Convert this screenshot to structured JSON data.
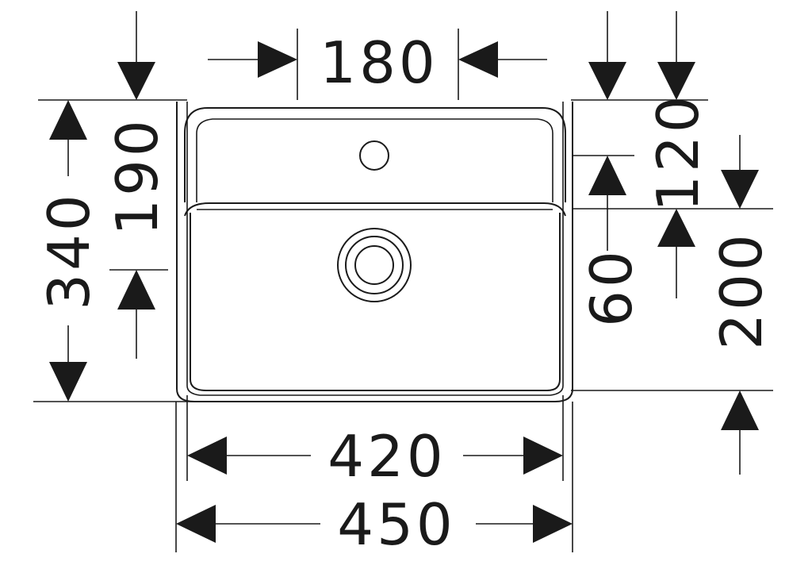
{
  "dimensions": {
    "top_gap": "180",
    "overall_height": "340",
    "back_height": "190",
    "back_right": "120",
    "front_right": "200",
    "step": "60",
    "inner_width": "420",
    "outer_width": "450"
  },
  "colors": {
    "ink": "#1a1a1a",
    "background": "#ffffff"
  }
}
